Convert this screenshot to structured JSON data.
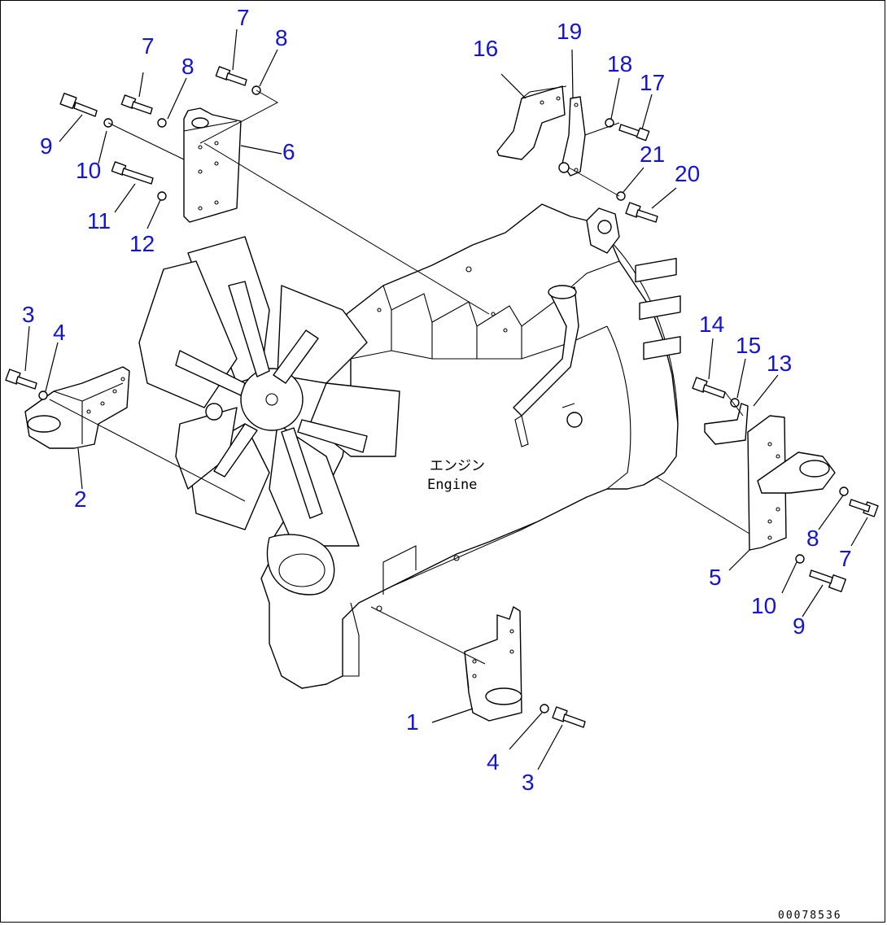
{
  "diagram": {
    "drawing_number": "00078536",
    "engine_label_jp": "エンジン",
    "engine_label_en": "Engine",
    "callouts": {
      "c1": "1",
      "c2": "2",
      "c3a": "3",
      "c3b": "3",
      "c4a": "4",
      "c4b": "4",
      "c5": "5",
      "c6": "6",
      "c7a": "7",
      "c7b": "7",
      "c7c": "7",
      "c8a": "8",
      "c8b": "8",
      "c8c": "8",
      "c9a": "9",
      "c9b": "9",
      "c10a": "10",
      "c10b": "10",
      "c11": "11",
      "c12": "12",
      "c13": "13",
      "c14": "14",
      "c15": "15",
      "c16": "16",
      "c17": "17",
      "c18": "18",
      "c19": "19",
      "c20": "20",
      "c21": "21"
    }
  }
}
